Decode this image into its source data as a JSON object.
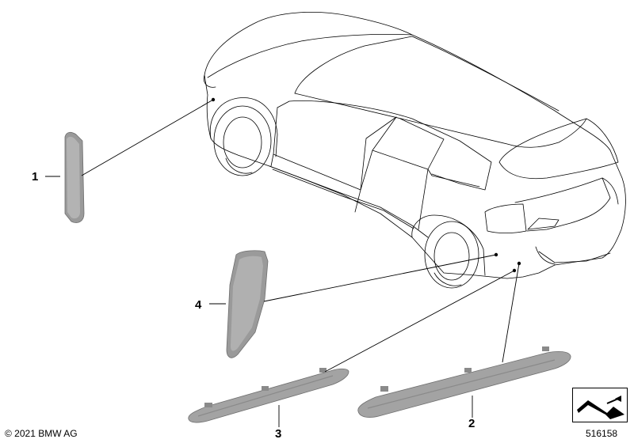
{
  "callouts": [
    "1",
    "2",
    "3",
    "4"
  ],
  "footer": {
    "copyright": "© 2021 BMW AG",
    "diagram_number": "516158"
  },
  "icons": [
    "nav-arrow-icon"
  ],
  "colors": {
    "line": "#000000",
    "part_fill": "#a6a6a6",
    "part_edge": "#7d7d7d",
    "background": "#ffffff"
  }
}
